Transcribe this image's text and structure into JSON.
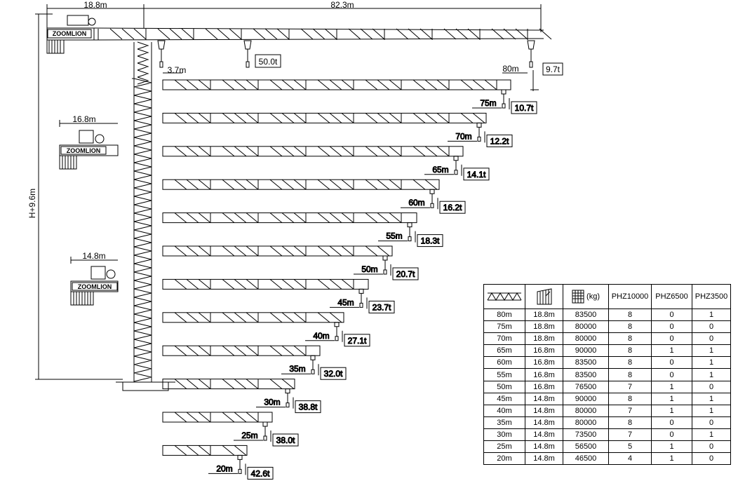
{
  "top_dims": {
    "counter_jib": "18.8m",
    "jib": "82.3m",
    "hook_offset": "3.7m",
    "height": "H+9.6m"
  },
  "brand": "ZOOMLION",
  "counter_jibs": [
    {
      "label": "16.8m"
    },
    {
      "label": "14.8m"
    }
  ],
  "main_load": {
    "length": "80m",
    "tip_load": "9.7t",
    "max_load": "50.0t"
  },
  "configs": [
    {
      "length": "75m",
      "load": "10.7t"
    },
    {
      "length": "70m",
      "load": "12.2t"
    },
    {
      "length": "65m",
      "load": "14.1t"
    },
    {
      "length": "60m",
      "load": "16.2t"
    },
    {
      "length": "55m",
      "load": "18.3t"
    },
    {
      "length": "50m",
      "load": "20.7t"
    },
    {
      "length": "45m",
      "load": "23.7t"
    },
    {
      "length": "40m",
      "load": "27.1t"
    },
    {
      "length": "35m",
      "load": "32.0t"
    },
    {
      "length": "30m",
      "load": "38.8t"
    },
    {
      "length": "25m",
      "load": "38.0t"
    },
    {
      "length": "20m",
      "load": "42.6t"
    }
  ],
  "table": {
    "headers": [
      "",
      "",
      "(kg)",
      "PHZ10000",
      "PHZ6500",
      "PHZ3500"
    ],
    "header_icons": [
      "jib-length-icon",
      "counter-jib-icon",
      "counterweight-icon"
    ],
    "rows": [
      [
        "80m",
        "18.8m",
        "83500",
        "8",
        "0",
        "1"
      ],
      [
        "75m",
        "18.8m",
        "80000",
        "8",
        "0",
        "0"
      ],
      [
        "70m",
        "18.8m",
        "80000",
        "8",
        "0",
        "0"
      ],
      [
        "65m",
        "16.8m",
        "90000",
        "8",
        "1",
        "1"
      ],
      [
        "60m",
        "16.8m",
        "83500",
        "8",
        "0",
        "1"
      ],
      [
        "55m",
        "16.8m",
        "83500",
        "8",
        "0",
        "1"
      ],
      [
        "50m",
        "16.8m",
        "76500",
        "7",
        "1",
        "0"
      ],
      [
        "45m",
        "14.8m",
        "90000",
        "8",
        "1",
        "1"
      ],
      [
        "40m",
        "14.8m",
        "80000",
        "7",
        "1",
        "1"
      ],
      [
        "35m",
        "14.8m",
        "80000",
        "8",
        "0",
        "0"
      ],
      [
        "30m",
        "14.8m",
        "73500",
        "7",
        "0",
        "1"
      ],
      [
        "25m",
        "14.8m",
        "56500",
        "5",
        "1",
        "0"
      ],
      [
        "20m",
        "14.8m",
        "46500",
        "4",
        "1",
        "0"
      ]
    ]
  }
}
